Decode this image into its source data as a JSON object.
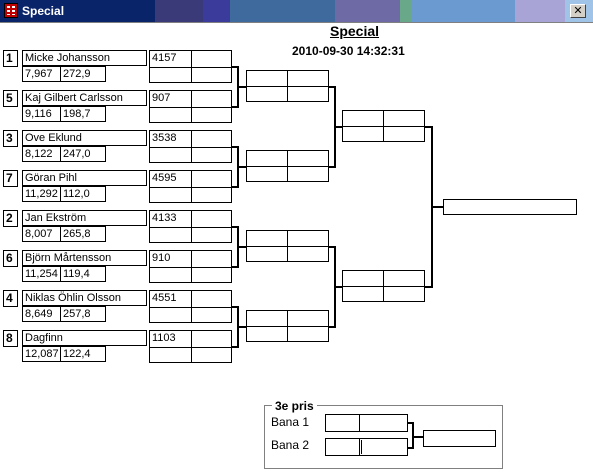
{
  "window": {
    "title": "Special",
    "close_symbol": "✕"
  },
  "heading": "Special",
  "datetime": "2010-09-30 14:32:31",
  "players": [
    {
      "seed": "1",
      "name": "Micke Johansson",
      "stat1": "7,967",
      "stat2": "272,9",
      "score": "4157"
    },
    {
      "seed": "5",
      "name": "Kaj Gilbert Carlsson",
      "stat1": "9,116",
      "stat2": "198,7",
      "score": "907"
    },
    {
      "seed": "3",
      "name": "Ove Eklund",
      "stat1": "8,122",
      "stat2": "247,0",
      "score": "3538"
    },
    {
      "seed": "7",
      "name": "Göran Pihl",
      "stat1": "11,292",
      "stat2": "112,0",
      "score": "4595"
    },
    {
      "seed": "2",
      "name": "Jan Ekström",
      "stat1": "8,007",
      "stat2": "265,8",
      "score": "4133"
    },
    {
      "seed": "6",
      "name": "Björn Mårtensson",
      "stat1": "11,254",
      "stat2": "119,4",
      "score": "910"
    },
    {
      "seed": "4",
      "name": "Niklas Öhlin Olsson",
      "stat1": "8,649",
      "stat2": "257,8",
      "score": "4551"
    },
    {
      "seed": "8",
      "name": "Dagfinn",
      "stat1": "12,087",
      "stat2": "122,4",
      "score": "1103"
    }
  ],
  "third_place": {
    "legend": "3e pris",
    "bana1": "Bana 1",
    "bana2": "Bana 2"
  }
}
